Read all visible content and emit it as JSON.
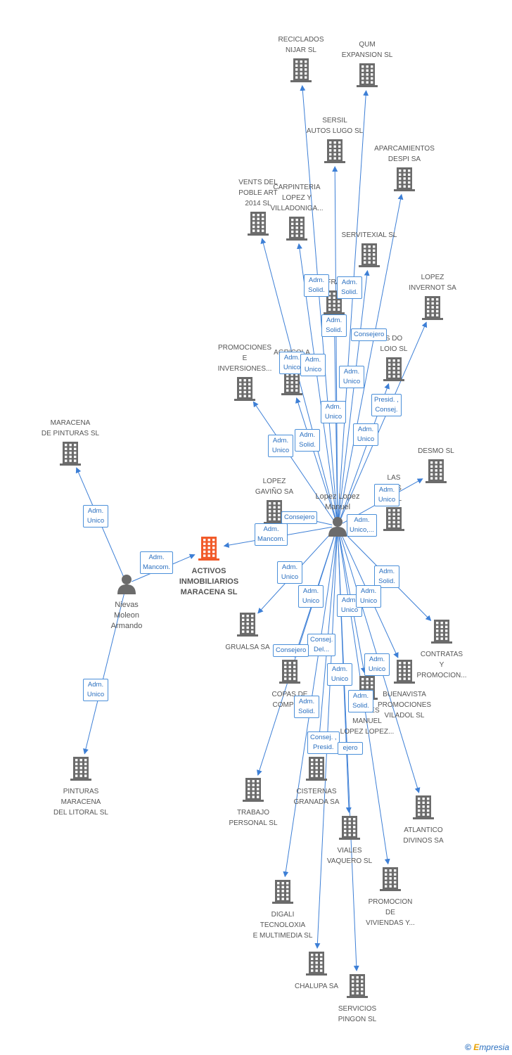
{
  "colors": {
    "edge": "#3d7fd6",
    "building": "#6b6b6b",
    "focus": "#f15a29",
    "person": "#6b6b6b",
    "relation": "#2a6fbf"
  },
  "nodes": [
    {
      "id": "focus",
      "type": "building-focus",
      "label": "ACTIVOS\nINMOBILIARIOS\nMARACENA SL"
    },
    {
      "id": "p_lopez",
      "type": "person",
      "label": "Lopez Lopez\nManuel"
    },
    {
      "id": "p_nievas",
      "type": "person",
      "label": "Nievas\nMoleon\nArmando"
    },
    {
      "id": "maracena_pint",
      "type": "building",
      "label": "MARACENA\nDE PINTURAS SL"
    },
    {
      "id": "pinturas_lit",
      "type": "building",
      "label": "PINTURAS\nMARACENA\nDEL LITORAL SL"
    },
    {
      "id": "reciclados",
      "type": "building",
      "label": "RECICLADOS\nNIJAR SL"
    },
    {
      "id": "qum",
      "type": "building",
      "label": "QUM\nEXPANSION SL"
    },
    {
      "id": "sersil",
      "type": "building",
      "label": "SERSIL\nAUTOS LUGO SL"
    },
    {
      "id": "aparcamientos",
      "type": "building",
      "label": "APARCAMIENTOS\nDESPI SA"
    },
    {
      "id": "vents",
      "type": "building",
      "label": "VENTS DEL\nPOBLE ART\n2014  SL"
    },
    {
      "id": "carpinteria",
      "type": "building",
      "label": "CARPINTERIA\nLOPEZ Y\nVILLADONIGA..."
    },
    {
      "id": "servitexial",
      "type": "building",
      "label": "SERVITEXIAL SL"
    },
    {
      "id": "lopez_invernot",
      "type": "building",
      "label": "LOPEZ\nINVERNOT SA"
    },
    {
      "id": "encofrados",
      "type": "building",
      "label": "ENCOFRADOS..."
    },
    {
      "id": "promociones_e",
      "type": "building",
      "label": "PROMOCIONES\nE\nINVERSIONES..."
    },
    {
      "id": "agricola",
      "type": "building",
      "label": "AGRICOLA\nSA"
    },
    {
      "id": "loio",
      "type": "building",
      "label": "S DO\nLOIO SL"
    },
    {
      "id": "desmo",
      "type": "building",
      "label": "DESMO SL"
    },
    {
      "id": "las_t",
      "type": "building",
      "label": "LAS\nT    AS\nD      SL"
    },
    {
      "id": "lopez_gavino",
      "type": "building",
      "label": "LOPEZ\nGAVIÑO SA"
    },
    {
      "id": "grualsa",
      "type": "building",
      "label": "GRUALSA SA"
    },
    {
      "id": "contratas",
      "type": "building",
      "label": "CONTRATAS\nY\nPROMOCION..."
    },
    {
      "id": "copas",
      "type": "building",
      "label": "COPAS DE\nCOMPLUT"
    },
    {
      "id": "buenavista",
      "type": "building",
      "label": "BUENAVISTA\nPROMOCIONES\nVILADOL SL"
    },
    {
      "id": "tr_manuel",
      "type": "building",
      "label": "TR      TES\nMANUEL\nLOPEZ LOPEZ..."
    },
    {
      "id": "cisternas",
      "type": "building",
      "label": "CISTERNAS\nGRANADA SA"
    },
    {
      "id": "trabajo",
      "type": "building",
      "label": "TRABAJO\nPERSONAL SL"
    },
    {
      "id": "atlantico",
      "type": "building",
      "label": "ATLANTICO\nDIVINOS SA"
    },
    {
      "id": "viales",
      "type": "building",
      "label": "VIALES\nVAQUERO  SL"
    },
    {
      "id": "promocion_v",
      "type": "building",
      "label": "PROMOCION\nDE\nVIVIENDAS Y..."
    },
    {
      "id": "digali",
      "type": "building",
      "label": "DIGALI\nTECNOLOXIA\nE MULTIMEDIA SL"
    },
    {
      "id": "chalupa",
      "type": "building",
      "label": "CHALUPA SA"
    },
    {
      "id": "servicios",
      "type": "building",
      "label": "SERVICIOS\nPINGON SL"
    }
  ],
  "relations": [
    {
      "id": "r1",
      "text": "Adm.\nUnico"
    },
    {
      "id": "r2",
      "text": "Adm.\nMancom."
    },
    {
      "id": "r3",
      "text": "Adm.\nUnico"
    },
    {
      "id": "r4",
      "text": "Adm.\nSolid."
    },
    {
      "id": "r5",
      "text": "Adm.\nSolid."
    },
    {
      "id": "r6",
      "text": "Adm.\nSolid."
    },
    {
      "id": "r7",
      "text": "Consejero"
    },
    {
      "id": "r8",
      "text": "Adm.\nUnico"
    },
    {
      "id": "r9",
      "text": "Adm.\nUnico"
    },
    {
      "id": "r10",
      "text": "Adm.\nUnico"
    },
    {
      "id": "r11",
      "text": "Presid. ,\nConsej."
    },
    {
      "id": "r12",
      "text": "Adm.\nUnico"
    },
    {
      "id": "r13",
      "text": "Adm.\nSolid."
    },
    {
      "id": "r14",
      "text": "Adm.\nUnico"
    },
    {
      "id": "r15",
      "text": "Adm.\nUnico"
    },
    {
      "id": "r16",
      "text": "Adm.\nUnico"
    },
    {
      "id": "r17",
      "text": "Consejero"
    },
    {
      "id": "r18",
      "text": "Adm.\nMancom."
    },
    {
      "id": "r19",
      "text": "Adm.\nUnico,..."
    },
    {
      "id": "r20",
      "text": "Adm.\nUnico"
    },
    {
      "id": "r21",
      "text": "Adm.\nSolid."
    },
    {
      "id": "r22",
      "text": "Adm.\nUnico"
    },
    {
      "id": "r23",
      "text": "Adm.\nUnico"
    },
    {
      "id": "r24",
      "text": "Adm.\nUnico"
    },
    {
      "id": "r25",
      "text": "Consej.\nDel..."
    },
    {
      "id": "r26",
      "text": "Consejero"
    },
    {
      "id": "r27",
      "text": "Adm.\nUnico"
    },
    {
      "id": "r28",
      "text": "Adm.\nUnico"
    },
    {
      "id": "r29",
      "text": "Adm.\nSolid."
    },
    {
      "id": "r30",
      "text": "Adm.\nSolid."
    },
    {
      "id": "r31",
      "text": "Consej. ,\nPresid."
    },
    {
      "id": "r32",
      "text": "ejero"
    }
  ],
  "watermark": {
    "copyright": "©",
    "brand_e": "E",
    "brand_rest": "mpresia"
  }
}
